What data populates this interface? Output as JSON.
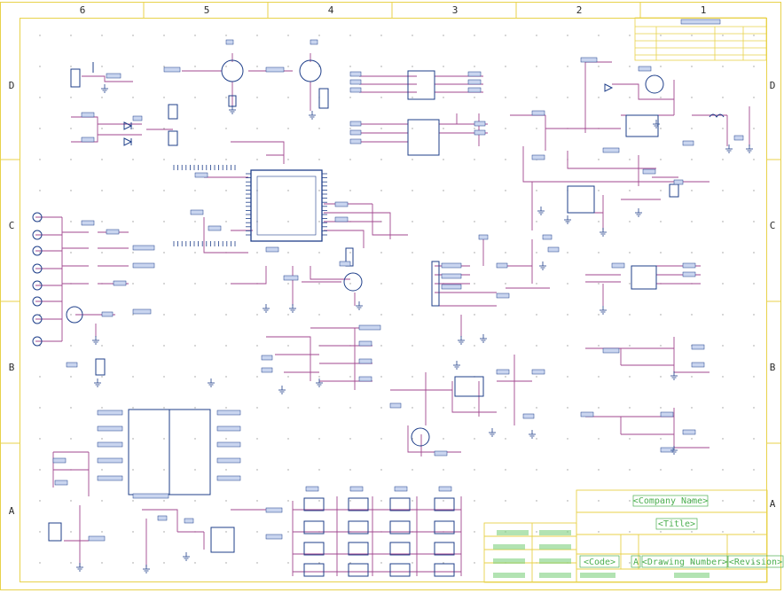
{
  "border": {
    "columns": [
      "6",
      "5",
      "4",
      "3",
      "2",
      "1"
    ],
    "rows": [
      "D",
      "C",
      "B",
      "A"
    ]
  },
  "title_block": {
    "company_name": "<Company Name>",
    "title": "<Title>",
    "code": "<Code>",
    "size": "A",
    "drawing_number": "<Drawing Number>",
    "revision": "<Revision>"
  },
  "colors": {
    "border": "#e8d24a",
    "wire": "#a2478f",
    "component": "#1f3f8a",
    "label_fill": "#c9d5ef",
    "title_text": "#4caf50",
    "grid_dot": "#9a9a9a"
  }
}
